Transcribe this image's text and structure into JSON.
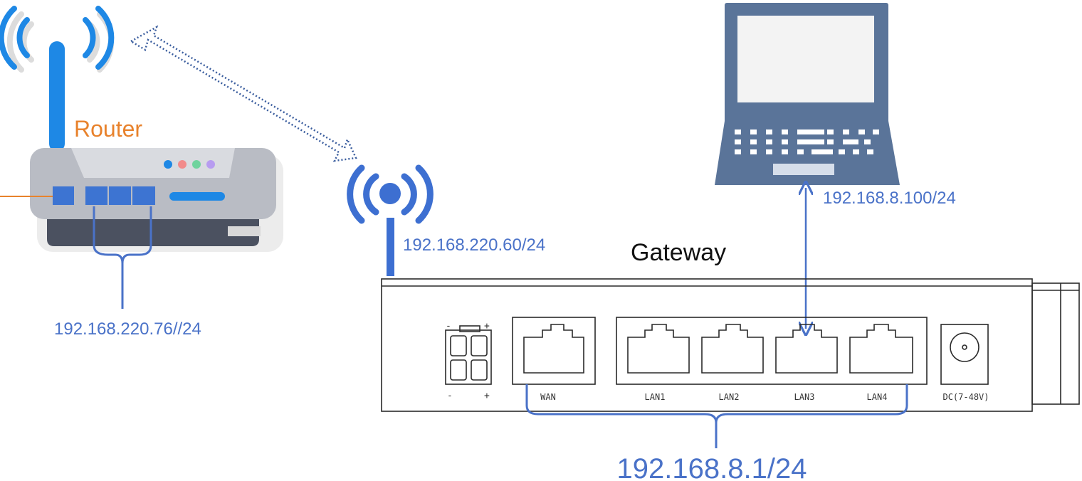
{
  "router": {
    "label": "Router",
    "ip": "192.168.220.76//24"
  },
  "gateway": {
    "label": "Gateway",
    "wifi_ip": "192.168.220.60/24",
    "lan_ip": "192.168.8.1/24",
    "ports": [
      "WAN",
      "LAN1",
      "LAN2",
      "LAN3",
      "LAN4",
      "DC(7-48V)"
    ],
    "power_polarity": [
      "-",
      "+",
      "-",
      "+"
    ]
  },
  "laptop": {
    "ip": "192.168.8.100/24"
  },
  "colors": {
    "wifi_blue": "#1e88e5",
    "link_blue": "#4a72c8",
    "router_orange": "#e8822c",
    "laptop_slate": "#5a7499"
  }
}
